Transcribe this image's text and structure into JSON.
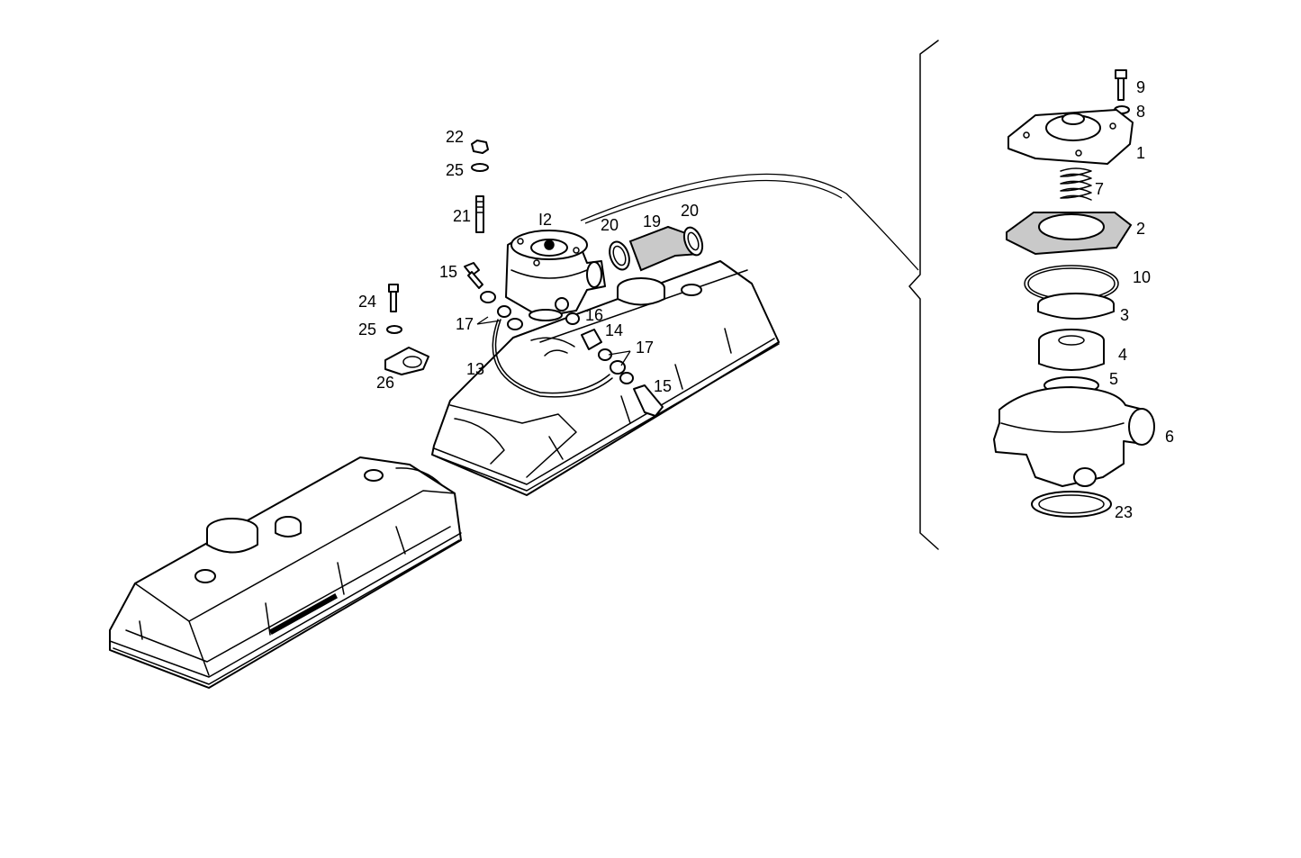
{
  "callouts": {
    "c22": "22",
    "c25a": "25",
    "c21": "21",
    "c12": "I2",
    "c20a": "20",
    "c19": "19",
    "c20b": "20",
    "c15a": "15",
    "c24": "24",
    "c25b": "25",
    "c26": "26",
    "c17a": "17",
    "c16": "16",
    "c14": "14",
    "c17b": "17",
    "c13": "13",
    "c15b": "15",
    "c9": "9",
    "c8": "8",
    "c1": "1",
    "c7": "7",
    "c2": "2",
    "c10": "10",
    "c3": "3",
    "c4": "4",
    "c5": "5",
    "c6": "6",
    "c23": "23"
  }
}
